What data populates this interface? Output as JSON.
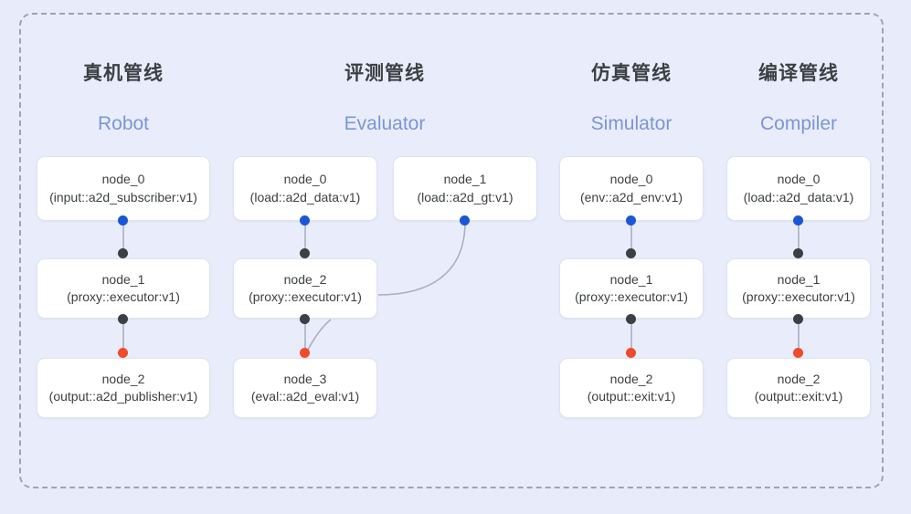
{
  "diagram": {
    "background_color": "#e8ecfa",
    "frame_border_color": "#9aa3b8",
    "accent_blue": "#1a56d6",
    "accent_red": "#f04a2a",
    "header_en_color": "#7b96d4",
    "header_cn_color": "#3c4043"
  },
  "columns": [
    {
      "title_cn": "真机管线",
      "title_en": "Robot",
      "nodes": [
        {
          "name": "node_0",
          "spec": "(input::a2d_subscriber:v1)"
        },
        {
          "name": "node_1",
          "spec": "(proxy::executor:v1)"
        },
        {
          "name": "node_2",
          "spec": "(output::a2d_publisher:v1)"
        }
      ]
    },
    {
      "title_cn": "评测管线",
      "title_en": "Evaluator",
      "nodes": [
        {
          "name": "node_0",
          "spec": "(load::a2d_data:v1)"
        },
        {
          "name": "node_1",
          "spec": "(load::a2d_gt:v1)"
        },
        {
          "name": "node_2",
          "spec": "(proxy::executor:v1)"
        },
        {
          "name": "node_3",
          "spec": "(eval::a2d_eval:v1)"
        }
      ]
    },
    {
      "title_cn": "仿真管线",
      "title_en": "Simulator",
      "nodes": [
        {
          "name": "node_0",
          "spec": "(env::a2d_env:v1)"
        },
        {
          "name": "node_1",
          "spec": "(proxy::executor:v1)"
        },
        {
          "name": "node_2",
          "spec": "(output::exit:v1)"
        }
      ]
    },
    {
      "title_cn": "编译管线",
      "title_en": "Compiler",
      "nodes": [
        {
          "name": "node_0",
          "spec": "(load::a2d_data:v1)"
        },
        {
          "name": "node_1",
          "spec": "(proxy::executor:v1)"
        },
        {
          "name": "node_2",
          "spec": "(output::exit:v1)"
        }
      ]
    }
  ]
}
